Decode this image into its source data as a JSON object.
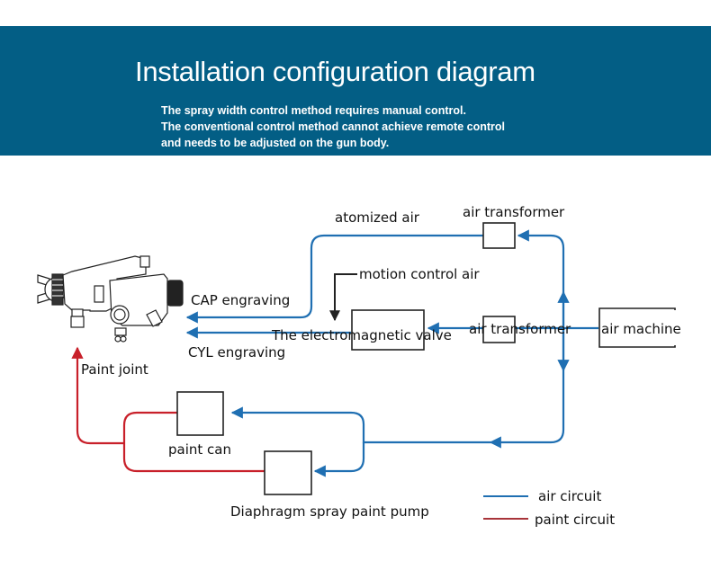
{
  "header": {
    "title": "Installation configuration diagram",
    "description": [
      "The spray width control method requires manual control.",
      "The conventional control method cannot achieve remote control",
      "and needs to be adjusted on the gun body."
    ]
  },
  "diagram": {
    "labels": {
      "atomized_air": "atomized air",
      "air_transformer_top": "air transformer",
      "motion_control_air": "motion control air",
      "cap_engraving": "CAP engraving",
      "electromagnetic_valve": "The electromagnetic valve",
      "air_transformer_mid": "air transformer",
      "air_machine": "air machine",
      "cyl_engraving": "CYL engraving",
      "paint_joint": "Paint joint",
      "paint_can": "paint can",
      "diaphragm_pump": "Diaphragm spray paint pump"
    },
    "icons": {
      "spray_gun": "spray-gun-icon"
    },
    "colors": {
      "air_circuit": "#1f6fb2",
      "paint_circuit": "#c8202a",
      "control_line": "#222222",
      "banner": "#035e85"
    }
  },
  "legend": {
    "items": [
      {
        "label": "air circuit",
        "color": "#1f6fb2"
      },
      {
        "label": "paint circuit",
        "color": "#c8202a"
      }
    ]
  }
}
